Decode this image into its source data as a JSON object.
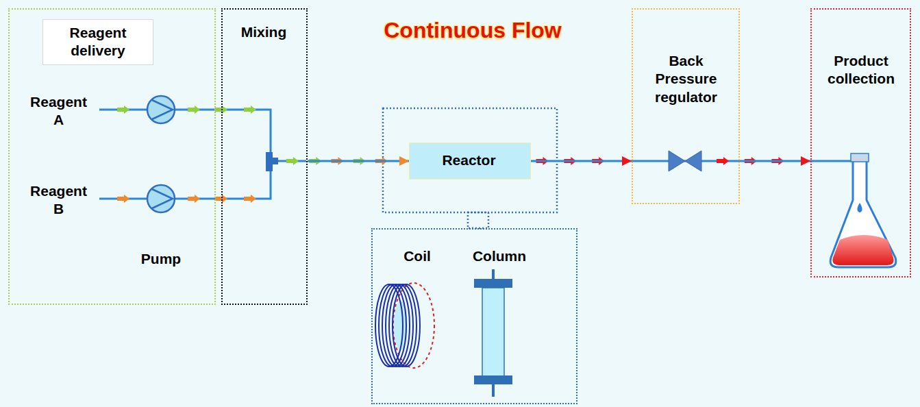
{
  "diagram": {
    "title": "Continuous Flow",
    "nodes": [
      {
        "text": [
          "Reagent delivery"
        ]
      },
      {
        "text": [
          "Mixing"
        ]
      },
      {
        "text": [
          "Reactor"
        ]
      },
      {
        "text": [
          "Coil",
          "Column"
        ]
      },
      {
        "text": [
          "Back Pressure regulator"
        ]
      },
      {
        "text": [
          "Product collection"
        ]
      }
    ],
    "edges": [
      {
        "from": 1,
        "to": 2,
        "arrow": "to"
      },
      {
        "from": 2,
        "to": 4,
        "arrow": "to"
      },
      {
        "from": 4,
        "to": 5,
        "arrow": "to"
      }
    ],
    "labels": [
      "Reagent A",
      "Reagent B",
      "Pump"
    ]
  }
}
